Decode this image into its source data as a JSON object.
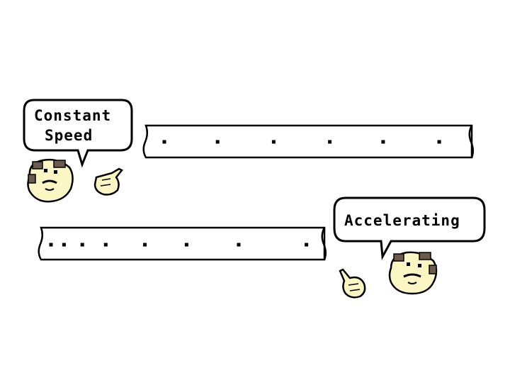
{
  "colors": {
    "ink": "#000000",
    "paper": "#ffffff",
    "skin": "#fbf6c4",
    "hair": "#6b5a4e"
  },
  "scenarios": [
    {
      "bubble_lines": [
        "Constant",
        "Speed"
      ],
      "dots": [
        0.0,
        0.19,
        0.39,
        0.59,
        0.78,
        0.98
      ]
    },
    {
      "bubble_lines": [
        "Accelerating"
      ],
      "dots": [
        0.0,
        0.05,
        0.12,
        0.21,
        0.36,
        0.52,
        0.72,
        0.98
      ]
    }
  ],
  "icons": [
    "face-icon",
    "pointing-hand-icon"
  ]
}
